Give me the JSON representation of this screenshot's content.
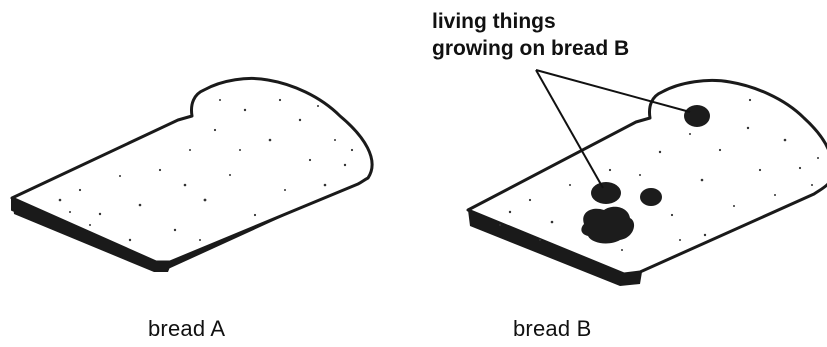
{
  "figure": {
    "bread_a": {
      "label": "bread A",
      "mold": false
    },
    "bread_b": {
      "label": "bread B",
      "mold": true,
      "mold_patch_count": 4
    },
    "annotation": {
      "line1": "living things",
      "line2": "growing on bread B"
    }
  },
  "colors": {
    "ink": "#111111",
    "slice_face": "#ffffff",
    "slice_edge": "#1a1a1a",
    "mold": "#1c1c1c"
  }
}
